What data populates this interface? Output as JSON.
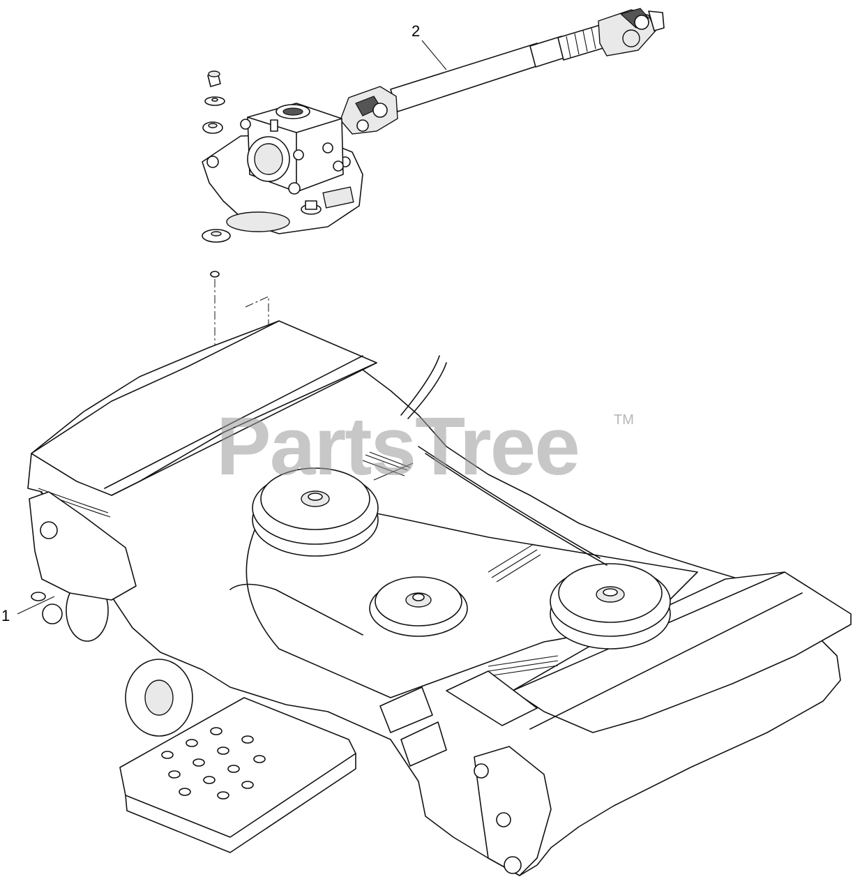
{
  "callouts": [
    {
      "id": "1",
      "label": "1"
    },
    {
      "id": "2",
      "label": "2"
    }
  ],
  "watermark": {
    "text": "PartsTree",
    "trademark": "TM"
  },
  "colors": {
    "line": "#111111",
    "watermark": "#9a9a9a",
    "background": "#ffffff"
  }
}
